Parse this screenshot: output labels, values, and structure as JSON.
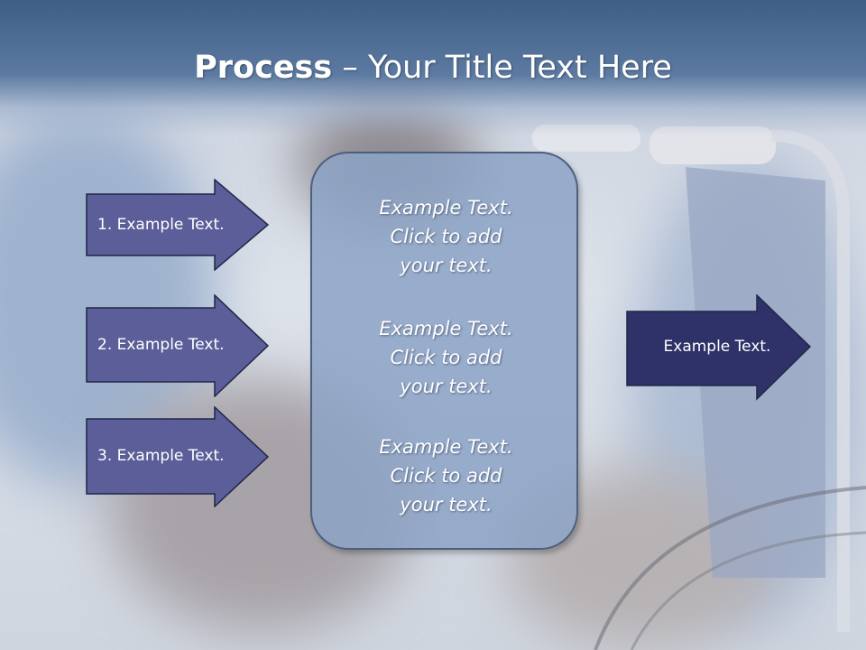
{
  "title": {
    "bold": "Process",
    "rest": " – Your Title Text Here"
  },
  "arrows": [
    {
      "label": "1. Example Text."
    },
    {
      "label": "2. Example Text."
    },
    {
      "label": "3. Example Text."
    }
  ],
  "panel": {
    "blocks": [
      {
        "line1": "Example Text.",
        "line2": "Click  to add",
        "line3": "your text."
      },
      {
        "line1": "Example Text.",
        "line2": "Click  to add",
        "line3": "your text."
      },
      {
        "line1": "Example Text.",
        "line2": "Click  to add",
        "line3": "your text."
      }
    ]
  },
  "output_arrow": {
    "label": "Example Text."
  },
  "colors": {
    "header": "#4a6891",
    "input_arrow_fill": "#5b5e98",
    "output_arrow_fill": "#2f3268",
    "panel_fill": "#8ca3c6",
    "border": "#1f2748"
  }
}
